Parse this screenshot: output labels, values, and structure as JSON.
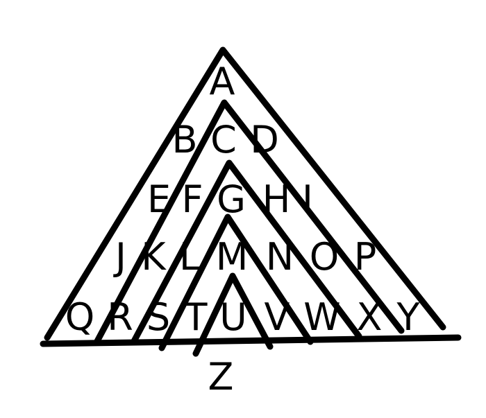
{
  "rows": [
    [
      "A"
    ],
    [
      "B",
      "C",
      "D"
    ],
    [
      "E",
      "F",
      "G",
      "H",
      "I"
    ],
    [
      "J",
      "K",
      "L",
      "M",
      "N",
      "O",
      "P"
    ],
    [
      "Q",
      "R",
      "S",
      "T",
      "U",
      "V",
      "W",
      "X",
      "Y"
    ]
  ],
  "below": "Z",
  "colors": {
    "stroke": "#000000",
    "text": "#000000",
    "background": "#ffffff"
  }
}
